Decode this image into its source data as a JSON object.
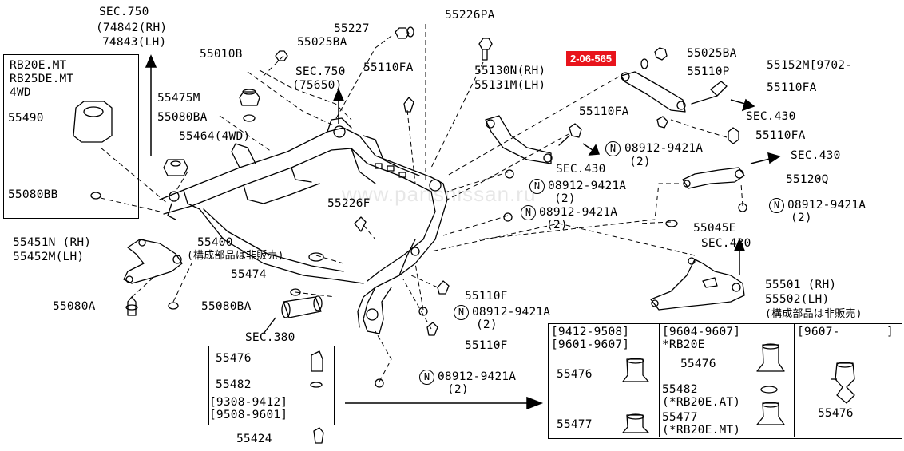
{
  "watermark": "www.partsnissan.ru",
  "badge": "2-06-565",
  "labels": {
    "sec750_a": "SEC.750",
    "l74842": "(74842(RH)",
    "l74843": "74843(LH)",
    "l55227": "55227",
    "l55025ba_top": "55025BA",
    "l55226pa": "55226PA",
    "l55010b": "55010B",
    "sec750_b": "SEC.750",
    "l75650": "(75650)",
    "l55110fa_a": "55110FA",
    "l55130n": "55130N(RH)",
    "l55131m": "55131M(LH)",
    "l55025ba_r": "55025BA",
    "l55152m": "55152M[9702-",
    "l55110p": "55110P",
    "l55110fa_r": "55110FA",
    "sec430_a": "SEC.430",
    "l55475m": "55475M",
    "l55080ba_a": "55080BA",
    "l55464": "55464(4WD)",
    "l55110fa_b": "55110FA",
    "l08912_a": "08912-9421A",
    "l2_a": "(2)",
    "l55110fa_c": "55110FA",
    "sec430_b": "SEC.430",
    "sec430_c": "SEC.430",
    "l08912_b": "08912-9421A",
    "l2_b": "(2)",
    "l55120q": "55120Q",
    "l55226f": "55226F",
    "l08912_c": "08912-9421A",
    "l2_c": "(2)",
    "l08912_d": "08912-9421A",
    "l2_d": "(2)",
    "l55045e": "55045E",
    "l55451n": "55451N (RH)",
    "l55452m": "55452M(LH)",
    "l55400": "55400",
    "l55400note": "(構成部品は非販売)",
    "sec430_d": "SEC.430",
    "l55474": "55474",
    "l55110f_a": "55110F",
    "l55501": "55501 (RH)",
    "l55502": "55502(LH)",
    "l55502note": "(構成部品は非販売)",
    "l55080a": "55080A",
    "l55080ba_b": "55080BA",
    "l08912_e": "08912-9421A",
    "l2_e": "(2)",
    "sec380": "SEC.380",
    "l55110f_b": "55110F",
    "l55476_a": "55476",
    "l55482_a": "55482",
    "l9308": "[9308-9412]",
    "l9508": "[9508-9601]",
    "l08912_f": "08912-9421A",
    "l2_f": "(2)",
    "l55424": "55424"
  },
  "inset_left": {
    "line1": "RB20E.MT",
    "line2": "RB25DE.MT",
    "line3": "4WD",
    "part1": "55490",
    "part2": "55080BB"
  },
  "inset_right": {
    "col1_h1": "[9412-9508]",
    "col1_h2": "[9601-9607]",
    "col1_p1": "55476",
    "col1_p2": "55477",
    "col2_h1": "[9604-9607]",
    "col2_h2": "*RB20E",
    "col2_p1": "55476",
    "col2_p2": "55482",
    "col2_p2n": "(*RB20E.AT)",
    "col2_p3": "55477",
    "col2_p3n": "(*RB20E.MT)",
    "col3_h1": "[9607-",
    "col3_h2": "]",
    "col3_p1": "55476"
  },
  "circle_glyph": "N",
  "colors": {
    "badge": "#e8141c",
    "ink": "#000000",
    "background": "#ffffff"
  }
}
